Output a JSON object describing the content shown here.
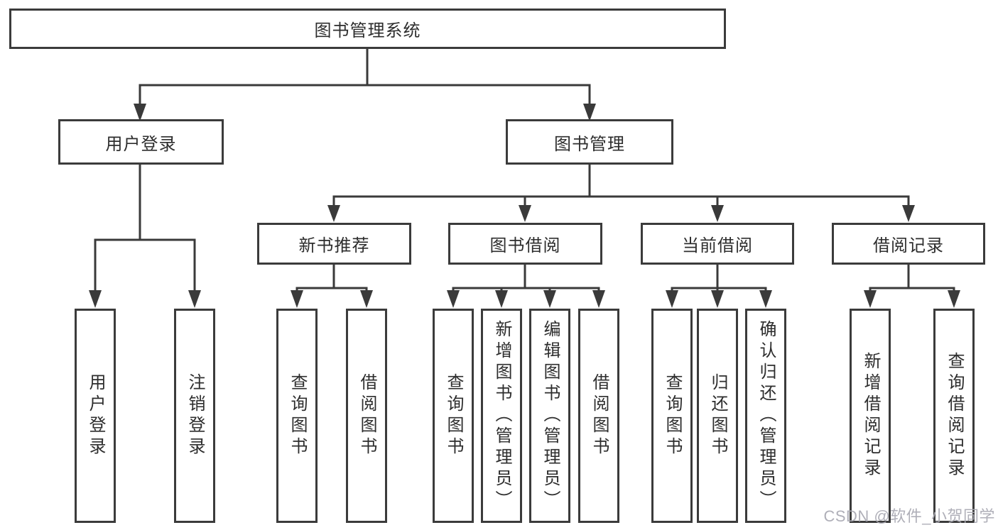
{
  "theme": {
    "line_color": "#3a3a3a",
    "border_color": "#3b3b3b",
    "text_color": "#2d2d2d",
    "watermark_color": "#a9a9b3",
    "background": "#ffffff"
  },
  "tree": {
    "root": "图书管理系统",
    "user_login": {
      "label": "用户登录",
      "children": [
        "用户登录",
        "注销登录"
      ]
    },
    "book_management": {
      "label": "图书管理",
      "children": [
        {
          "label": "新书推荐",
          "children": [
            "查询图书",
            "借阅图书"
          ]
        },
        {
          "label": "图书借阅",
          "children": [
            "查询图书",
            "新增图书（管理员）",
            "编辑图书（管理员）",
            "借阅图书"
          ]
        },
        {
          "label": "当前借阅",
          "children": [
            "查询图书",
            "归还图书",
            "确认归还（管理员）"
          ]
        },
        {
          "label": "借阅记录",
          "children": [
            "新增借阅记录",
            "查询借阅记录"
          ]
        }
      ]
    }
  },
  "watermark": "CSDN @软件_小贺同学"
}
